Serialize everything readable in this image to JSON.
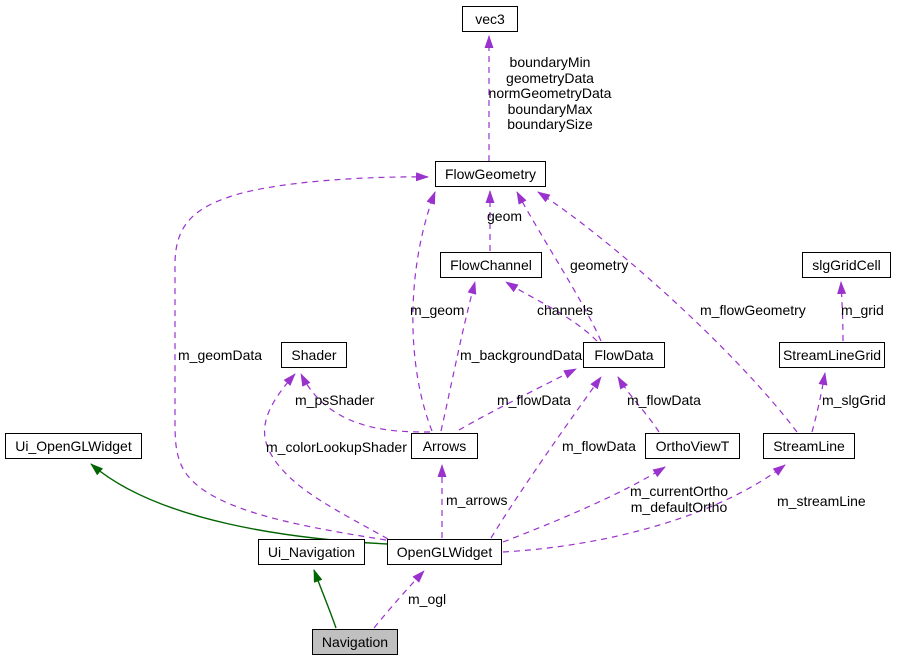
{
  "diagram": {
    "kind": "collaboration-graph",
    "colors": {
      "background": "#ffffff",
      "usage_edge": "#9a32cd",
      "inheritance_edge": "#006400",
      "node_border": "#000000",
      "node_fill": "#ffffff",
      "focus_node_fill": "#c0c0c0",
      "text": "#000000"
    },
    "nodes": {
      "vec3": {
        "label": "vec3"
      },
      "flowGeometry": {
        "label": "FlowGeometry"
      },
      "flowChannel": {
        "label": "FlowChannel"
      },
      "slgGridCell": {
        "label": "slgGridCell"
      },
      "shader": {
        "label": "Shader"
      },
      "flowData": {
        "label": "FlowData"
      },
      "streamLineGrid": {
        "label": "StreamLineGrid"
      },
      "uiOpenGLWidget": {
        "label": "Ui_OpenGLWidget"
      },
      "arrows": {
        "label": "Arrows"
      },
      "orthoViewT": {
        "label": "OrthoViewT"
      },
      "streamLine": {
        "label": "StreamLine"
      },
      "uiNavigation": {
        "label": "Ui_Navigation"
      },
      "openGLWidget": {
        "label": "OpenGLWidget"
      },
      "navigation": {
        "label": "Navigation"
      }
    },
    "edge_labels": {
      "vec3_members": "boundaryMin\ngeometryData\nnormGeometryData\nboundaryMax\nboundarySize",
      "geom": "geom",
      "geometry": "geometry",
      "channels": "channels",
      "m_geom": "m_geom",
      "m_backgroundData": "m_backgroundData",
      "m_flowData_arrows": "m_flowData",
      "m_flowData_ortho": "m_flowData",
      "m_flowData_ogl": "m_flowData",
      "m_psShader": "m_psShader",
      "m_colorLookupShader": "m_colorLookupShader",
      "m_geomData": "m_geomData",
      "m_arrows": "m_arrows",
      "m_flowGeometry": "m_flowGeometry",
      "m_grid": "m_grid",
      "m_slgGrid": "m_slgGrid",
      "m_ortho_members": "m_currentOrtho\nm_defaultOrtho",
      "m_streamLine": "m_streamLine",
      "m_ogl": "m_ogl"
    }
  }
}
